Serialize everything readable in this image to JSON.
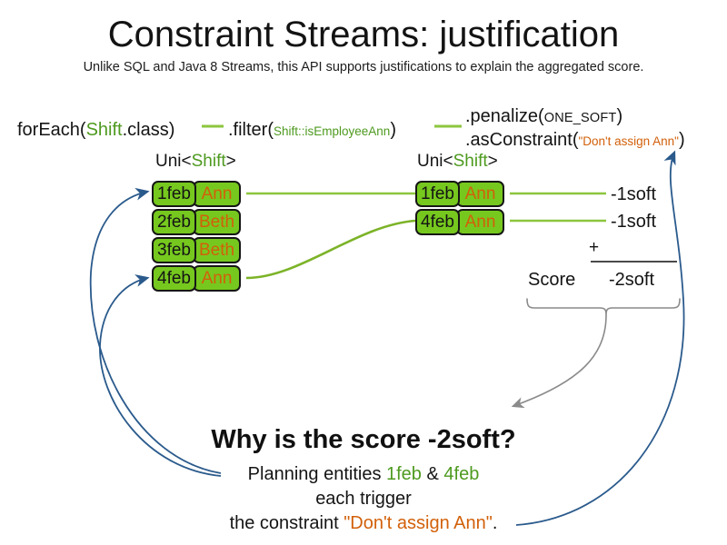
{
  "slide": {
    "title": "Constraint Streams: justification",
    "subtitle": "Unlike SQL and Java 8 Streams, this API supports justifications to explain the aggregated score.",
    "background_color": "#ffffff"
  },
  "colors": {
    "green_text": "#4e9a1f",
    "green_box_fill": "#76c81e",
    "green_connector": "#8cc63e",
    "orange_text": "#d2600a",
    "blue_arrow": "#2a5a8c",
    "gray_arrow": "#8a8a8a",
    "box_border": "#161616",
    "body_text": "#141414"
  },
  "pipeline": {
    "steps": [
      {
        "name": "forEach",
        "prefix": "forEach(",
        "arg": "Shift",
        "arg_color": "green",
        "suffix": ".class)"
      },
      {
        "name": "filter",
        "prefix": ".filter(",
        "arg": "Shift::isEmployeeAnn",
        "arg_color": "green",
        "suffix": ")"
      },
      {
        "name": "penalize",
        "prefix": ".penalize(",
        "arg": "ONE_SOFT",
        "arg_color": "black",
        "suffix": ")"
      },
      {
        "name": "asConstraint",
        "prefix": ".asConstraint(",
        "arg": "\"Don't assign Ann\"",
        "arg_color": "orange",
        "suffix": ")"
      }
    ],
    "connector_count": 2
  },
  "streams": {
    "left": {
      "type_label_prefix": "Uni<",
      "type_label_generic": "Shift",
      "type_label_suffix": ">",
      "rows": [
        {
          "date": "1feb",
          "employee": "Ann"
        },
        {
          "date": "2feb",
          "employee": "Beth"
        },
        {
          "date": "3feb",
          "employee": "Beth"
        },
        {
          "date": "4feb",
          "employee": "Ann"
        }
      ]
    },
    "right": {
      "type_label_prefix": "Uni<",
      "type_label_generic": "Shift",
      "type_label_suffix": ">",
      "rows": [
        {
          "date": "1feb",
          "employee": "Ann",
          "score": "-1soft"
        },
        {
          "date": "4feb",
          "employee": "Ann",
          "score": "-1soft"
        }
      ]
    }
  },
  "score_summary": {
    "operator": "+",
    "label": "Score",
    "total": "-2soft"
  },
  "explanation": {
    "heading": "Why is the score -2soft?",
    "line1_part1": "Planning entities ",
    "line1_entity_a": "1feb",
    "line1_amp": " & ",
    "line1_entity_b": "4feb",
    "line2": "each trigger",
    "line3_part1": "the constraint ",
    "line3_constraint": "\"Don't assign Ann\"",
    "line3_part2": "."
  }
}
